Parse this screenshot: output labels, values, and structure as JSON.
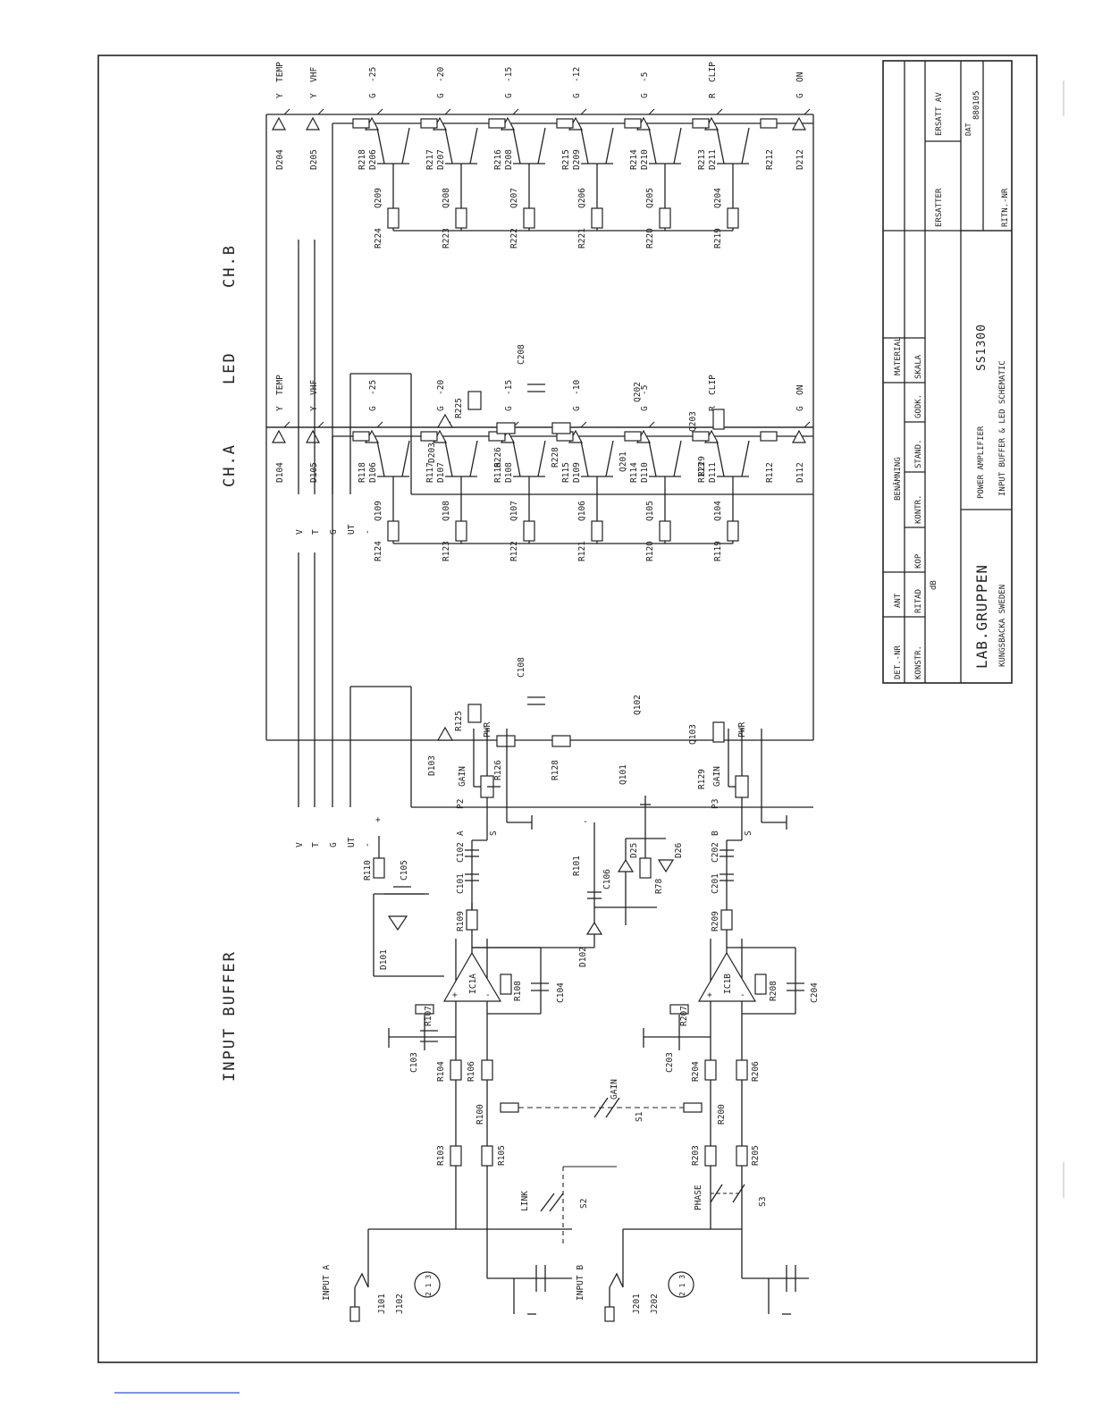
{
  "titles": {
    "input_buffer": "INPUT BUFFER",
    "ch_a": "CH.A",
    "led": "LED",
    "ch_b": "CH.B"
  },
  "led_chain": {
    "ch_a": {
      "diodes": [
        "D104",
        "D105",
        "D106",
        "D107",
        "D108",
        "D109",
        "D110",
        "D111",
        "D112"
      ],
      "resistors": [
        "R118",
        "R117",
        "R116",
        "R115",
        "R114",
        "R113",
        "R112"
      ],
      "transistors": [
        "Q109",
        "Q108",
        "Q107",
        "Q106",
        "Q105",
        "Q104"
      ],
      "base_resistors": [
        "R124",
        "R123",
        "R122",
        "R121",
        "R120",
        "R119"
      ],
      "driver": [
        "D103",
        "R125",
        "C108",
        "R126",
        "R128",
        "Q101",
        "Q102",
        "Q103",
        "R129"
      ]
    },
    "ch_b": {
      "diodes": [
        "D204",
        "D205",
        "D206",
        "D207",
        "D208",
        "D209",
        "D210",
        "D211",
        "D212"
      ],
      "resistors": [
        "R218",
        "R217",
        "R216",
        "R215",
        "R214",
        "R213",
        "R212"
      ],
      "transistors": [
        "Q209",
        "Q208",
        "Q207",
        "Q206",
        "Q205",
        "Q204"
      ],
      "base_resistors": [
        "R224",
        "R223",
        "R222",
        "R221",
        "R220",
        "R219"
      ],
      "driver": [
        "D203",
        "R225",
        "C208",
        "R226",
        "R228",
        "Q201",
        "Q202",
        "Q203",
        "R229"
      ]
    },
    "colors": [
      "Y",
      "Y",
      "G",
      "G",
      "G",
      "G",
      "G",
      "R",
      "G"
    ],
    "levels_a": [
      "TEMP",
      "VHF",
      "-25",
      "-20",
      "-15",
      "-10",
      "-5",
      "CLIP",
      "ON"
    ],
    "levels_b": [
      "TEMP",
      "VHF",
      "-25",
      "-20",
      "-15",
      "-12",
      "-5",
      "CLIP",
      "ON"
    ],
    "bus": [
      "V",
      "T",
      "G",
      "UT",
      "-"
    ]
  },
  "input_buffer": {
    "inputs": [
      "INPUT A",
      "INPUT B"
    ],
    "jacks": [
      "J101",
      "J102",
      "J201",
      "J202"
    ],
    "pin_numbers": "2 1 3",
    "switches": {
      "link": "LINK",
      "s2": "S2",
      "phase": "PHASE",
      "s3": "S3",
      "gain": "GAIN",
      "s1": "S1"
    },
    "ch_a_parts": [
      "R103",
      "R105",
      "R100",
      "R104",
      "R106",
      "C103",
      "R107",
      "R108",
      "C104",
      "IC1A",
      "D101",
      "C105",
      "R110",
      "R109",
      "C101",
      "C102",
      "P2",
      "D102",
      "C106",
      "R101",
      "D25",
      "R78",
      "D26"
    ],
    "ch_b_parts": [
      "R203",
      "R205",
      "R200",
      "R204",
      "R206",
      "C203",
      "R207",
      "R208",
      "C204",
      "IC1B",
      "R209",
      "C201",
      "C202",
      "P3"
    ],
    "pot_labels": {
      "gain_a": "GAIN",
      "gain_b": "GAIN",
      "a": "A",
      "b": "B",
      "s": "S",
      "pwr": "PWR"
    },
    "symbols": {
      "plus": "+",
      "minus": "-",
      "opamp_plus": "+",
      "opamp_minus": "-"
    }
  },
  "title_block": {
    "row1": [
      "DET.-NR",
      "ANT",
      "BENÄMNING",
      "MATERIAL",
      "ERSATTER",
      "ERSATT AV"
    ],
    "row2": [
      "KONSTR.",
      "RITAD",
      "KOP",
      "KONTR.",
      "STAND.",
      "GODK.",
      "SKALA",
      "RITN.-NR"
    ],
    "ritad_value": "dB",
    "dat_label": "DAT",
    "dat_value": "880105",
    "company": "LAB.GRUPPEN",
    "location": "KUNGSBACKA SWEDEN",
    "product_line": "POWER AMPLIFIER",
    "model": "SS1300",
    "drawing_title": "INPUT BUFFER & LED SCHEMATIC"
  }
}
